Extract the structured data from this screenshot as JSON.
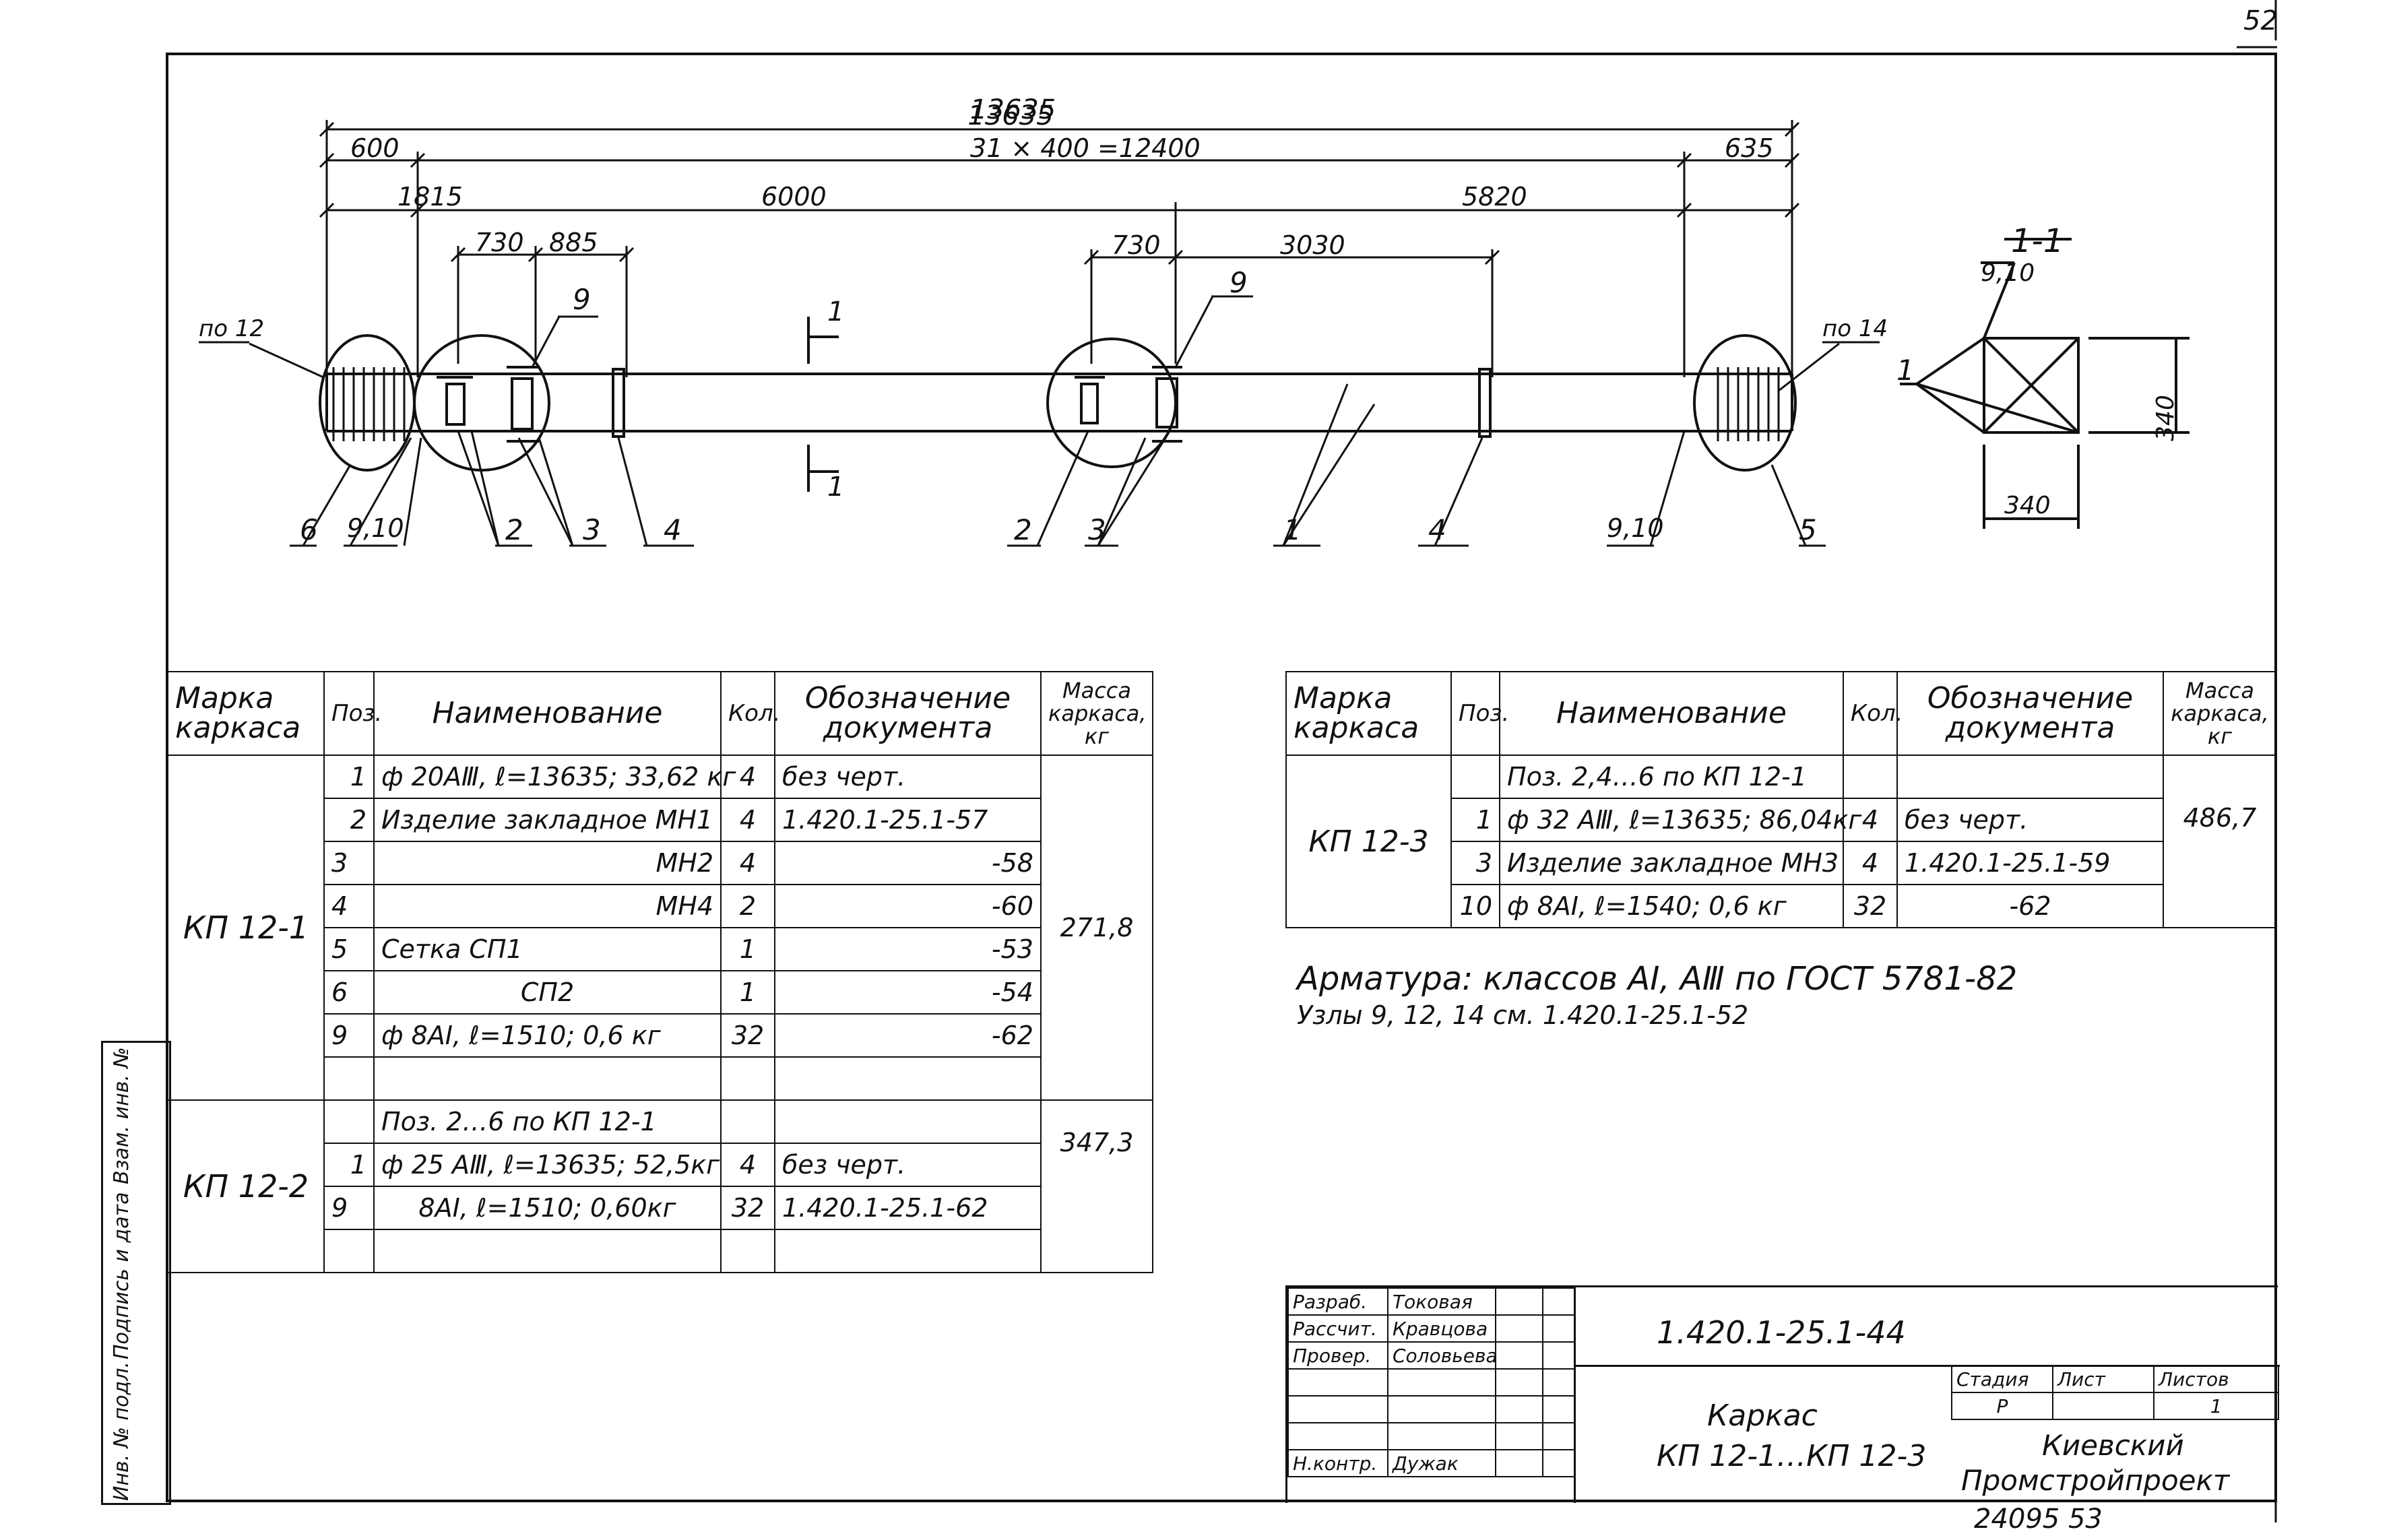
{
  "corner_number": "52",
  "drawing": {
    "dims": {
      "total": "13635",
      "left_600": "600",
      "mid_step": "31 × 400 =12400",
      "right_635": "635",
      "d1815": "1815",
      "d6000": "6000",
      "d5820": "5820",
      "d730a": "730",
      "d885": "885",
      "d730b": "730",
      "d3030": "3030"
    },
    "labels": {
      "po12": "по 12",
      "po14": "по 14",
      "pos9a": "9",
      "pos9b": "9",
      "pos6": "6",
      "pos910a": "9,10",
      "pos2a": "2",
      "pos3a": "3",
      "pos4a": "4",
      "pos2b": "2",
      "pos3b": "3",
      "pos1": "1",
      "pos4b": "4",
      "pos910b": "9,10",
      "pos5": "5",
      "cut_top": "1",
      "cut_bottom": "1"
    },
    "section": {
      "title": "1-1",
      "label_910": "9,10",
      "label_1": "1",
      "dim_h": "340",
      "dim_w": "340"
    }
  },
  "table_left": {
    "headers": {
      "mark": "Марка каркаса",
      "pos": "Поз.",
      "name": "Наименование",
      "qty": "Кол.",
      "doc": "Обозначение документа",
      "mass": "Масса каркаса, кг"
    },
    "group1": {
      "mark": "КП 12-1",
      "mass": "271,8",
      "rows": [
        {
          "pos": "1",
          "name": "ф 20АⅢ, ℓ=13635; 33,62 кг",
          "qty": "4",
          "doc": "без черт."
        },
        {
          "pos": "2",
          "name": "Изделие закладное МН1",
          "qty": "4",
          "doc": "1.420.1-25.1-57"
        },
        {
          "pos": "3",
          "name": "МН2",
          "qty": "4",
          "doc": "-58"
        },
        {
          "pos": "4",
          "name": "МН4",
          "qty": "2",
          "doc": "-60"
        },
        {
          "pos": "5",
          "name": "Сетка СП1",
          "qty": "1",
          "doc": "-53"
        },
        {
          "pos": "6",
          "name": "СП2",
          "qty": "1",
          "doc": "-54"
        },
        {
          "pos": "9",
          "name": "ф 8АⅠ, ℓ=1510; 0,6 кг",
          "qty": "32",
          "doc": "-62"
        }
      ]
    },
    "group2": {
      "mark": "КП 12-2",
      "mass": "347,3",
      "rows": [
        {
          "pos": "",
          "name": "Поз. 2…6 по КП 12-1",
          "qty": "",
          "doc": ""
        },
        {
          "pos": "1",
          "name": "ф 25 АⅢ, ℓ=13635; 52,5кг",
          "qty": "4",
          "doc": "без черт."
        },
        {
          "pos": "9",
          "name": "8АⅠ, ℓ=1510; 0,60кг",
          "qty": "32",
          "doc": "1.420.1-25.1-62"
        }
      ]
    }
  },
  "table_right": {
    "headers": {
      "mark": "Марка каркаса",
      "pos": "Поз.",
      "name": "Наименование",
      "qty": "Кол.",
      "doc": "Обозначение документа",
      "mass": "Масса каркаса, кг"
    },
    "mark": "КП 12-3",
    "mass": "486,7",
    "rows": [
      {
        "pos": "",
        "name": "Поз. 2,4…6 по КП 12-1",
        "qty": "",
        "doc": ""
      },
      {
        "pos": "1",
        "name": "ф 32 АⅢ, ℓ=13635; 86,04кг",
        "qty": "4",
        "doc": "без черт."
      },
      {
        "pos": "3",
        "name": "Изделие закладное МН3",
        "qty": "4",
        "doc": "1.420.1-25.1-59"
      },
      {
        "pos": "10",
        "name": "ф 8АⅠ, ℓ=1540; 0,6 кг",
        "qty": "32",
        "doc": "-62"
      }
    ]
  },
  "notes": {
    "line1": "Арматура: классов АⅠ, АⅢ по ГОСТ 5781-82",
    "line2": "Узлы 9, 12, 14 см. 1.420.1-25.1-52"
  },
  "title_block": {
    "code": "1.420.1-25.1-44",
    "rows": [
      {
        "role": "Разраб.",
        "name": "Токовая"
      },
      {
        "role": "Рассчит.",
        "name": "Кравцова"
      },
      {
        "role": "Провер.",
        "name": "Соловьева"
      },
      {
        "role": "",
        "name": ""
      },
      {
        "role": "",
        "name": ""
      },
      {
        "role": "",
        "name": ""
      },
      {
        "role": "Н.контр.",
        "name": "Дужак"
      }
    ],
    "title_line1": "Каркас",
    "title_line2": "КП 12-1…КП 12-3",
    "stage_label": "Стадия",
    "sheet_label": "Лист",
    "sheets_label": "Листов",
    "stage": "Р",
    "sheets": "1",
    "org_line1": "Киевский",
    "org_line2": "Промстройпроект"
  },
  "side_stamp": {
    "inv": "Инв. № подл.",
    "sign": "Подпись и дата",
    "vzam": "Взам. инв. №"
  },
  "bottom_number": "24095 53"
}
